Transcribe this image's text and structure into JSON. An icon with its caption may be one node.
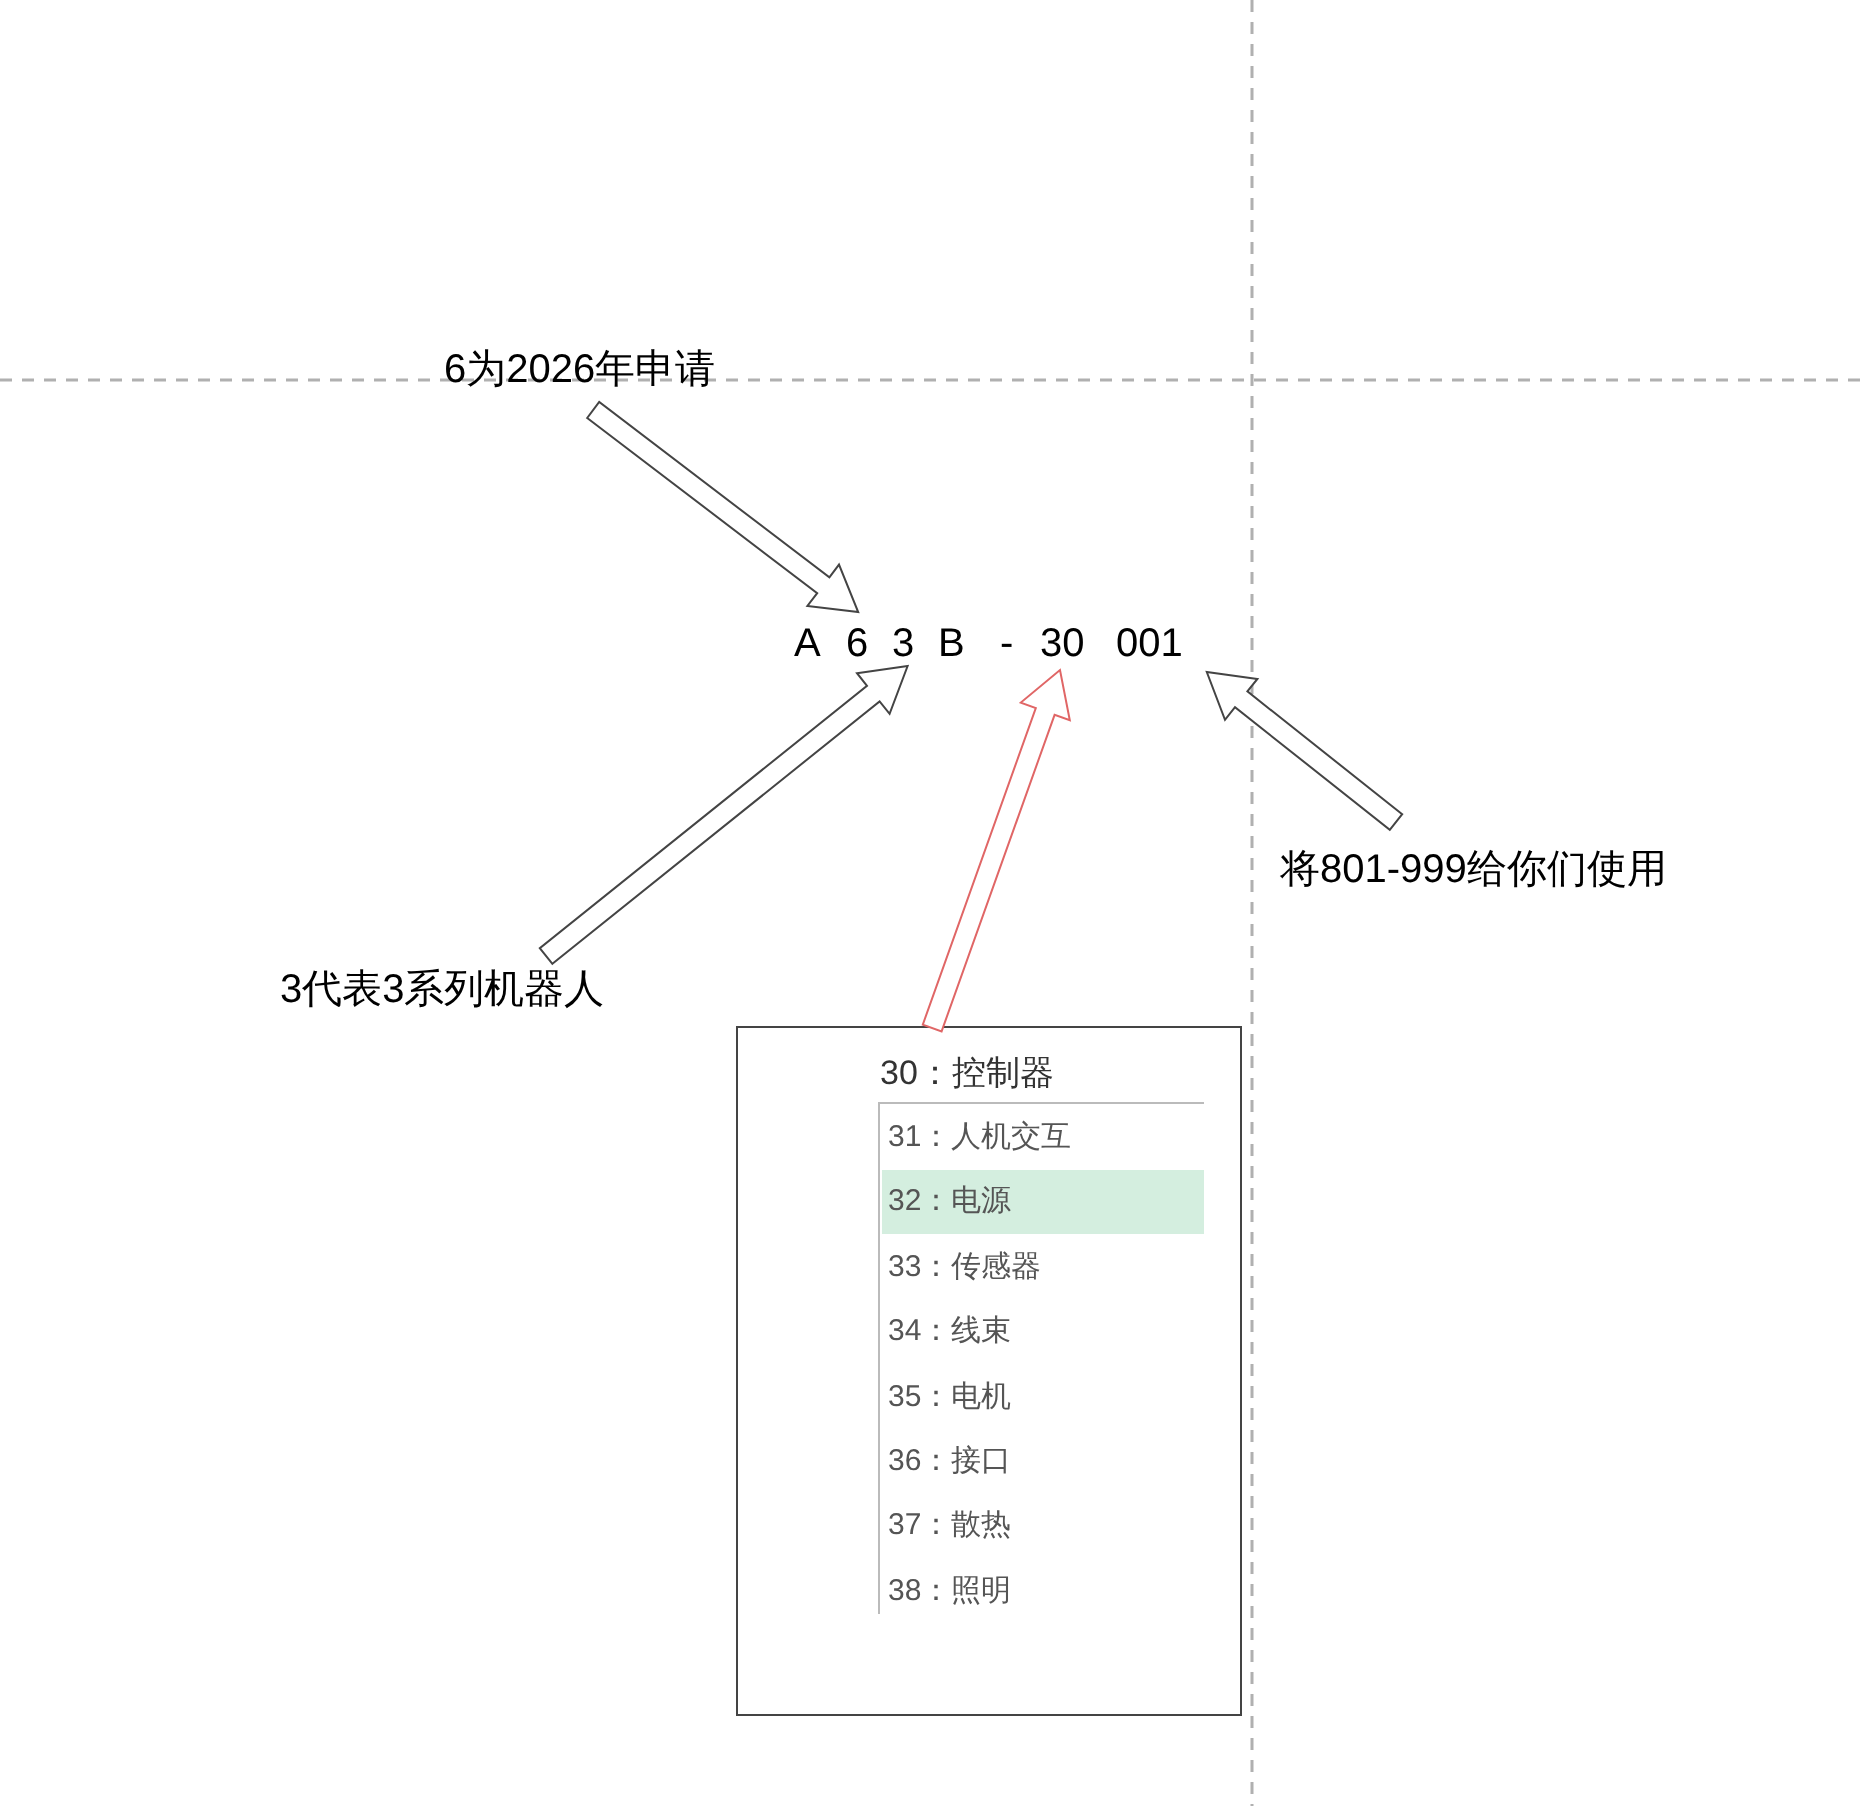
{
  "diagram": {
    "nodes": [
      {
        "text": [
          "6为2026年申请"
        ]
      },
      {
        "text": [
          "A"
        ]
      },
      {
        "text": [
          "6"
        ]
      },
      {
        "text": [
          "3"
        ]
      },
      {
        "text": [
          "B"
        ]
      },
      {
        "text": [
          "-"
        ]
      },
      {
        "text": [
          "30"
        ]
      },
      {
        "text": [
          "001"
        ]
      },
      {
        "text": [
          "将801-999给你们使用"
        ]
      },
      {
        "text": [
          "3代表3系列机器人"
        ]
      },
      {
        "text": [],
        "shape": "box"
      },
      {
        "text": [
          "30：控制器"
        ],
        "in": 10
      },
      {
        "text": [
          "32：电源"
        ],
        "in": 10
      }
    ],
    "edges": [
      {
        "from": 0,
        "to": 2,
        "arrow": "to"
      },
      {
        "from": 9,
        "to": 3,
        "arrow": "to"
      },
      {
        "from": 11,
        "to": 6,
        "arrow": "to",
        "color": "#e06666"
      },
      {
        "from": 8,
        "to": 7,
        "arrow": "to"
      }
    ],
    "labels": [
      "31：人机交互",
      "33：传感器",
      "34：线束",
      "35：电机",
      "36：接口",
      "37：散热",
      "38：照明"
    ]
  }
}
